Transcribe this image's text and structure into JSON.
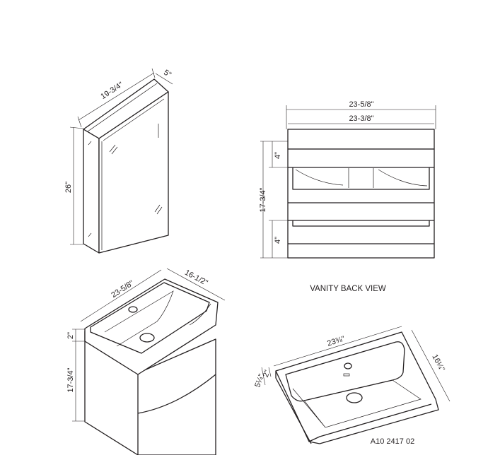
{
  "mirror_cabinet": {
    "width_label": "19-3/4\"",
    "depth_label": "5\"",
    "height_label": "26\""
  },
  "vanity_back_view": {
    "overall_width_label": "23-5/8\"",
    "inner_width_label": "23-3/8\"",
    "top_rail_label": "4\"",
    "height_label": "17-3/4\"",
    "bottom_rail_label": "4\"",
    "caption": "VANITY BACK VIEW"
  },
  "vanity_iso": {
    "width_label": "23-5/8\"",
    "depth_label": "16-1/2\"",
    "top_thickness_label": "2\"",
    "height_label": "17-3/4\""
  },
  "sink_top": {
    "width_label": "23¾\"",
    "depth_label": "16¼\"",
    "height_label": "5¼\"",
    "rim_label": "2\"",
    "model_code": "A10 2417 02"
  }
}
